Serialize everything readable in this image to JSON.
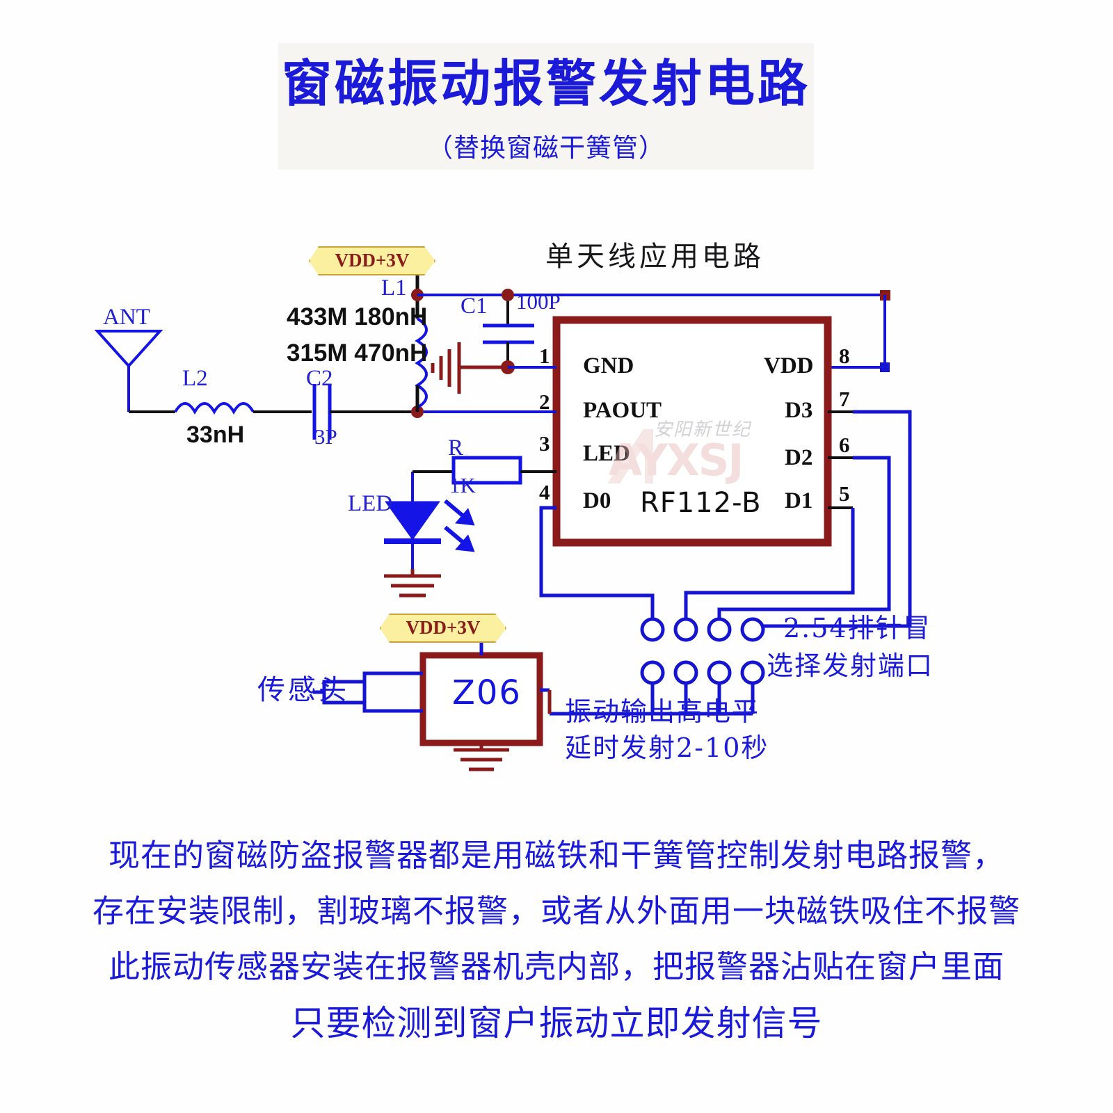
{
  "title": {
    "main": "窗磁振动报警发射电路",
    "sub": "（替换窗磁干簧管）"
  },
  "schematic": {
    "section_title": "单天线应用电路",
    "power_flag_top": "VDD+3V",
    "power_flag_bottom": "VDD+3V",
    "antenna_label": "ANT",
    "l2_ref": "L2",
    "l2_value": "33nH",
    "c2_ref": "C2",
    "c2_value": "3P",
    "l1_ref": "L1",
    "l1_note_line1": "433M  180nH",
    "l1_note_line2": "315M  470nH",
    "c1_ref": "C1",
    "c1_value": "100P",
    "r_ref": "R",
    "r_value": "1K",
    "led_label": "LED",
    "ic": {
      "part_number": "RF112-B",
      "left_pins": [
        {
          "number": "1",
          "name": "GND"
        },
        {
          "number": "2",
          "name": "PAOUT"
        },
        {
          "number": "3",
          "name": "LED"
        },
        {
          "number": "4",
          "name": "D0"
        }
      ],
      "right_pins": [
        {
          "number": "8",
          "name": "VDD"
        },
        {
          "number": "7",
          "name": "D3"
        },
        {
          "number": "6",
          "name": "D2"
        },
        {
          "number": "5",
          "name": "D1"
        }
      ]
    },
    "watermark": {
      "cn": "安阳新世纪",
      "en": "AYXSJ"
    },
    "header_note_line1": "2.54排针冒",
    "header_note_line2": "选择发射端口",
    "sensor_label": "传感头",
    "module_label": "Z06",
    "module_note_line1": "振动输出高电平",
    "module_note_line2": "延时发射2-10秒"
  },
  "description": {
    "line1": "现在的窗磁防盗报警器都是用磁铁和干簧管控制发射电路报警，",
    "line2": "存在安装限制，割玻璃不报警，或者从外面用一块磁铁吸住不报警",
    "line3": "此振动传感器安装在报警器机壳内部，把报警器沾贴在窗户里面",
    "line4": "只要检测到窗户振动立即发射信号"
  },
  "colors": {
    "wire_blue": "#1414d2",
    "wire_black": "#111111",
    "component_blue": "#1414e6",
    "ic_outline_dark_red": "#8b1a1a",
    "text_blue": "#1a1ad8",
    "flag_fill": "#fbf0a0",
    "flag_border": "#c8a13a"
  }
}
